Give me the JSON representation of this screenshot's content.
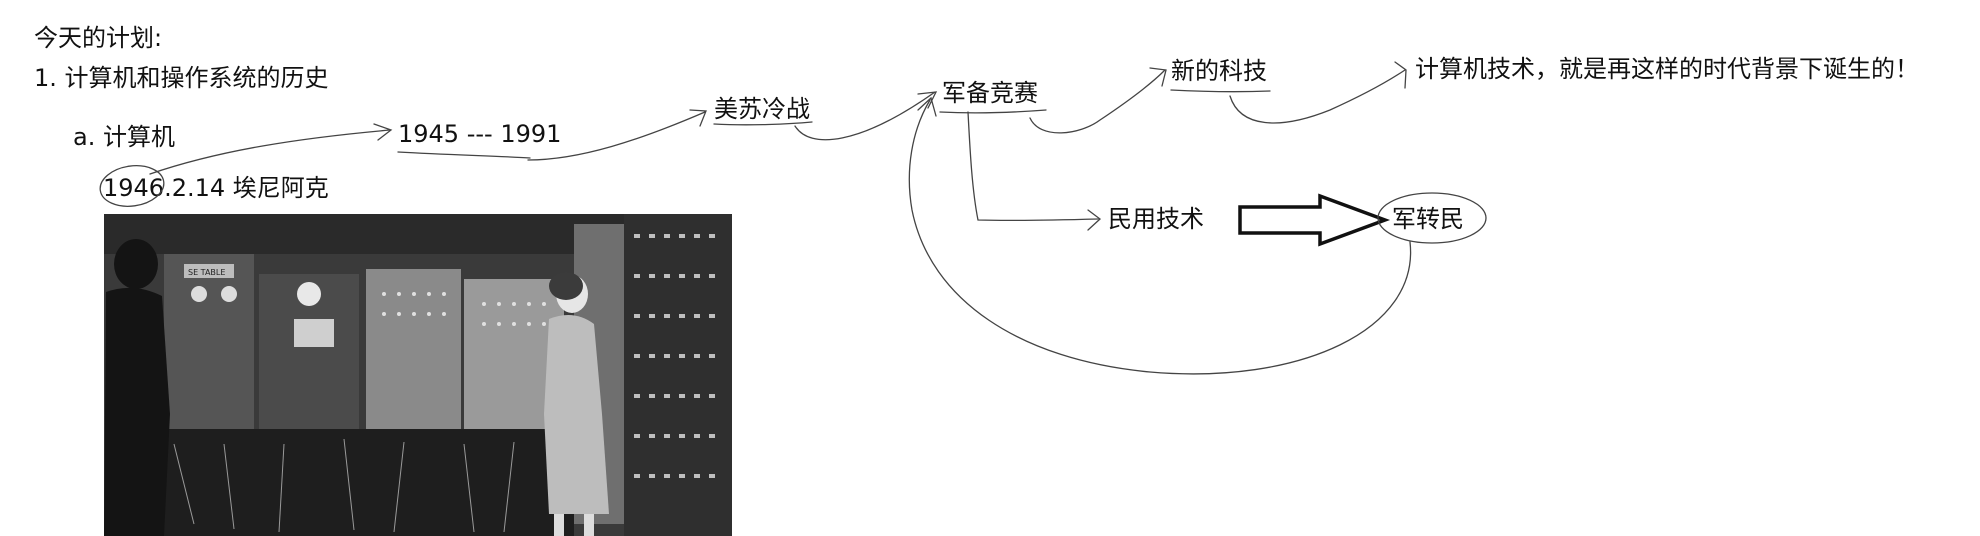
{
  "notes": {
    "plan_title": "今天的计划:",
    "item_1": "1. 计算机和操作系统的历史",
    "item_a": "a. 计算机",
    "period": "1945 --- 1991",
    "eniac_date": "1946.2.14 埃尼阿克",
    "cold_war": "美苏冷战",
    "arms_race": "军备竞赛",
    "new_tech": "新的科技",
    "conclusion": "计算机技术，就是再这样的时代背景下诞生的！",
    "civil_tech": "民用技术",
    "military_to_civil": "军转民"
  },
  "photo": {
    "subject": "ENIAC computer with two operators (black and white photograph)",
    "panel_label": "SE TABLE"
  },
  "colors": {
    "ink": "#444444",
    "text": "#111111",
    "background": "#ffffff"
  }
}
